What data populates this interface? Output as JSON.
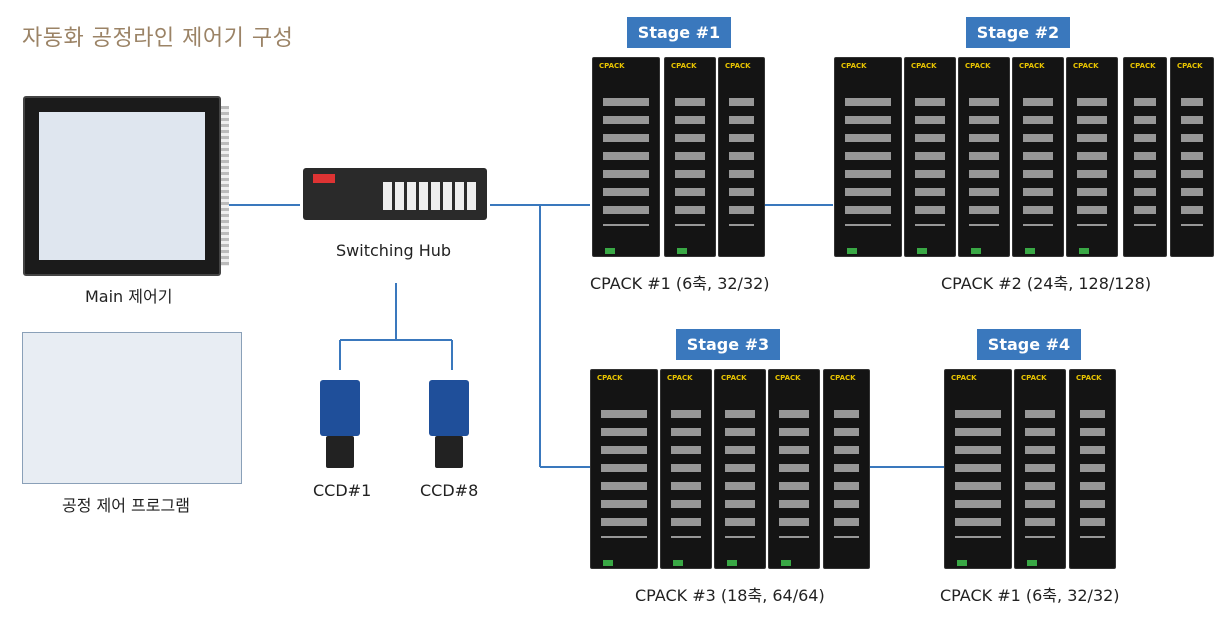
{
  "title": "자동화 공정라인 제어기 구성",
  "devices": {
    "main_controller": "Main 제어기",
    "program": "공정 제어 프로그램",
    "hub": "Switching Hub",
    "ccd1": "CCD#1",
    "ccd8": "CCD#8"
  },
  "stages": [
    {
      "label": "Stage #1",
      "pack": "CPACK #1 (6축, 32/32)"
    },
    {
      "label": "Stage #2",
      "pack": "CPACK #2 (24축, 128/128)"
    },
    {
      "label": "Stage #3",
      "pack": "CPACK #3 (18축, 64/64)"
    },
    {
      "label": "Stage #4",
      "pack": "CPACK #1 (6축, 32/32)"
    }
  ],
  "module_brand": "CPACK",
  "colors": {
    "stage": "#3a78bd",
    "wire": "#3a78bd",
    "title": "#9b8366"
  }
}
